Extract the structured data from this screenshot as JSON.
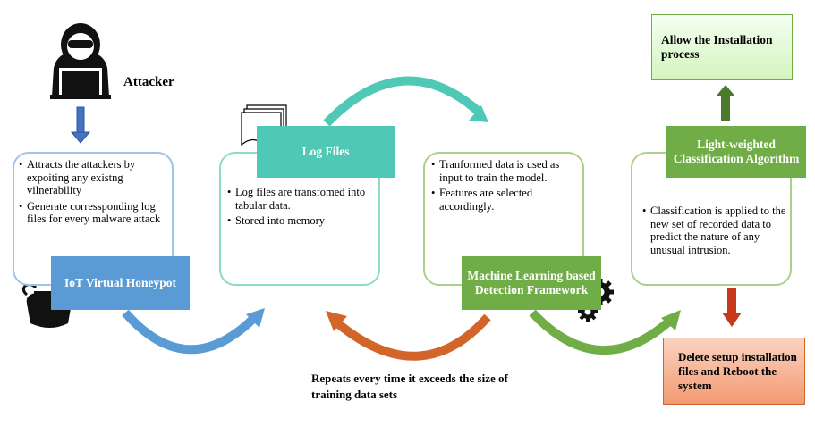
{
  "attacker": {
    "label": "Attacker"
  },
  "honeypot": {
    "title": "IoT Virtual Honeypot",
    "bullets": [
      "Attracts the attackers by expoiting any existng vilnerability",
      "Generate corressponding log files for every malware attack"
    ]
  },
  "logfiles": {
    "title": "Log Files",
    "bullets": [
      "Log files are transfomed into tabular data.",
      "Stored into memory"
    ]
  },
  "ml": {
    "title": "Machine Learning based Detection Framework",
    "bullets": [
      "Tranformed data is used as input to train the model.",
      "Features are selected accordingly."
    ]
  },
  "classifier": {
    "title": "Light-weighted Classification Algorithm",
    "bullets": [
      "Classification is applied to the new set of recorded data  to  predict the nature of any unusual intrusion."
    ]
  },
  "allow": {
    "label": "Allow the Installation process"
  },
  "delete": {
    "label": "Delete setup installation files and Reboot the system"
  },
  "repeat": {
    "label": "Repeats every time it exceeds the size of training data sets"
  },
  "colors": {
    "blue": "#5b9bd5",
    "teal": "#4fc9b5",
    "green": "#70ad47",
    "orange": "#d1652a",
    "lightgreen": "#dff5cf",
    "salmon": "#f3a47f",
    "darkgreen": "#4a7b2c",
    "red": "#c8381a"
  }
}
